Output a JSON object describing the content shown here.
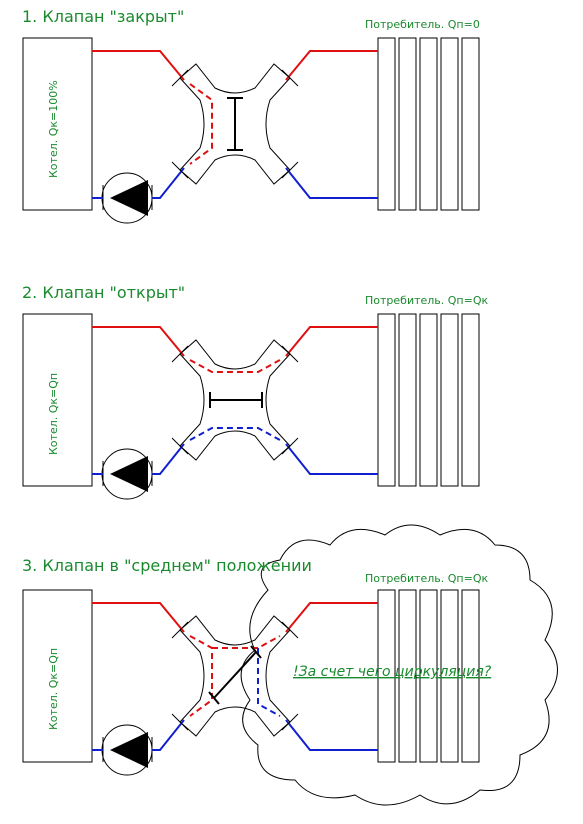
{
  "diagram": {
    "sections": [
      {
        "title": "1. Клапан \"закрыт\"",
        "boiler_label": "Котел. Qк=100%",
        "consumer_label": "Потребитель. Qп=0"
      },
      {
        "title": "2. Клапан \"открыт\"",
        "boiler_label": "Котел. Qк=Qп",
        "consumer_label": "Потребитель. Qп=Qк"
      },
      {
        "title": "3. Клапан в \"среднем\" положении",
        "boiler_label": "Котел. Qк=Qп",
        "consumer_label": "Потребитель. Qп=Qк"
      }
    ],
    "question": "!За счет чего циркуляция?",
    "colors": {
      "supply_line": "#e01010",
      "return_line": "#1020d0",
      "label_text": "#1a8a2e"
    }
  }
}
